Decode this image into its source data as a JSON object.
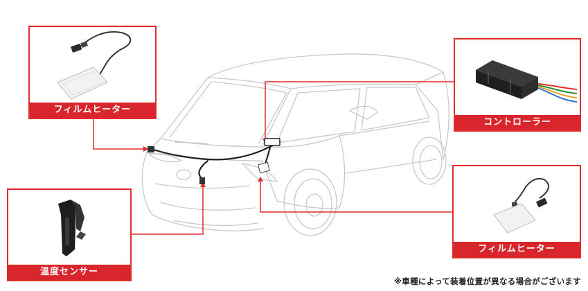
{
  "callouts": {
    "film_heater_top_left": {
      "label": "フィルムヒーター",
      "icon": "film-heater-icon"
    },
    "controller": {
      "label": "コントローラー",
      "icon": "controller-icon"
    },
    "film_heater_bottom_right": {
      "label": "フィルムヒーター",
      "icon": "film-heater-icon"
    },
    "temperature_sensor": {
      "label": "温度センサー",
      "icon": "temperature-sensor-icon"
    }
  },
  "note": "※車種によって装着位置が異なる場合がございます",
  "colors": {
    "accent": "#d8262c",
    "line": "#e32b2b",
    "car_outline": "#c8c8c8",
    "harness": "#222222"
  }
}
